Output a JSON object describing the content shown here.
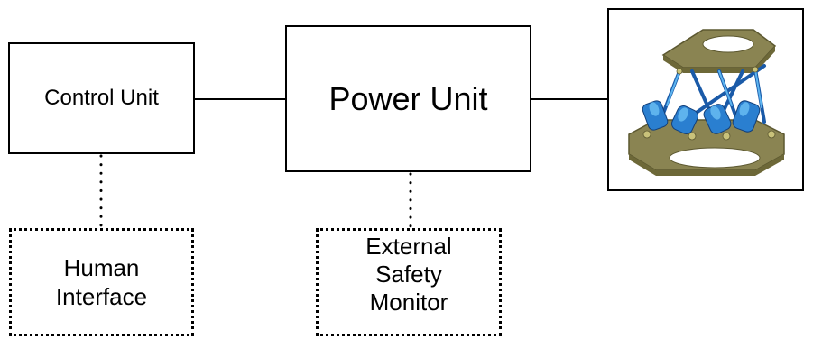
{
  "diagram": {
    "control_unit": "Control Unit",
    "power_unit": "Power Unit",
    "human_interface": "Human\nInterface",
    "safety_monitor": "External\nSafety\nMonitor"
  },
  "icons": {
    "platform": "hexapod-stewart-platform-icon"
  },
  "colors": {
    "line": "#000000",
    "platform_plate": "#8a8452",
    "actuator": "#2a7fd0",
    "actuator_dark": "#1a5aa8"
  }
}
